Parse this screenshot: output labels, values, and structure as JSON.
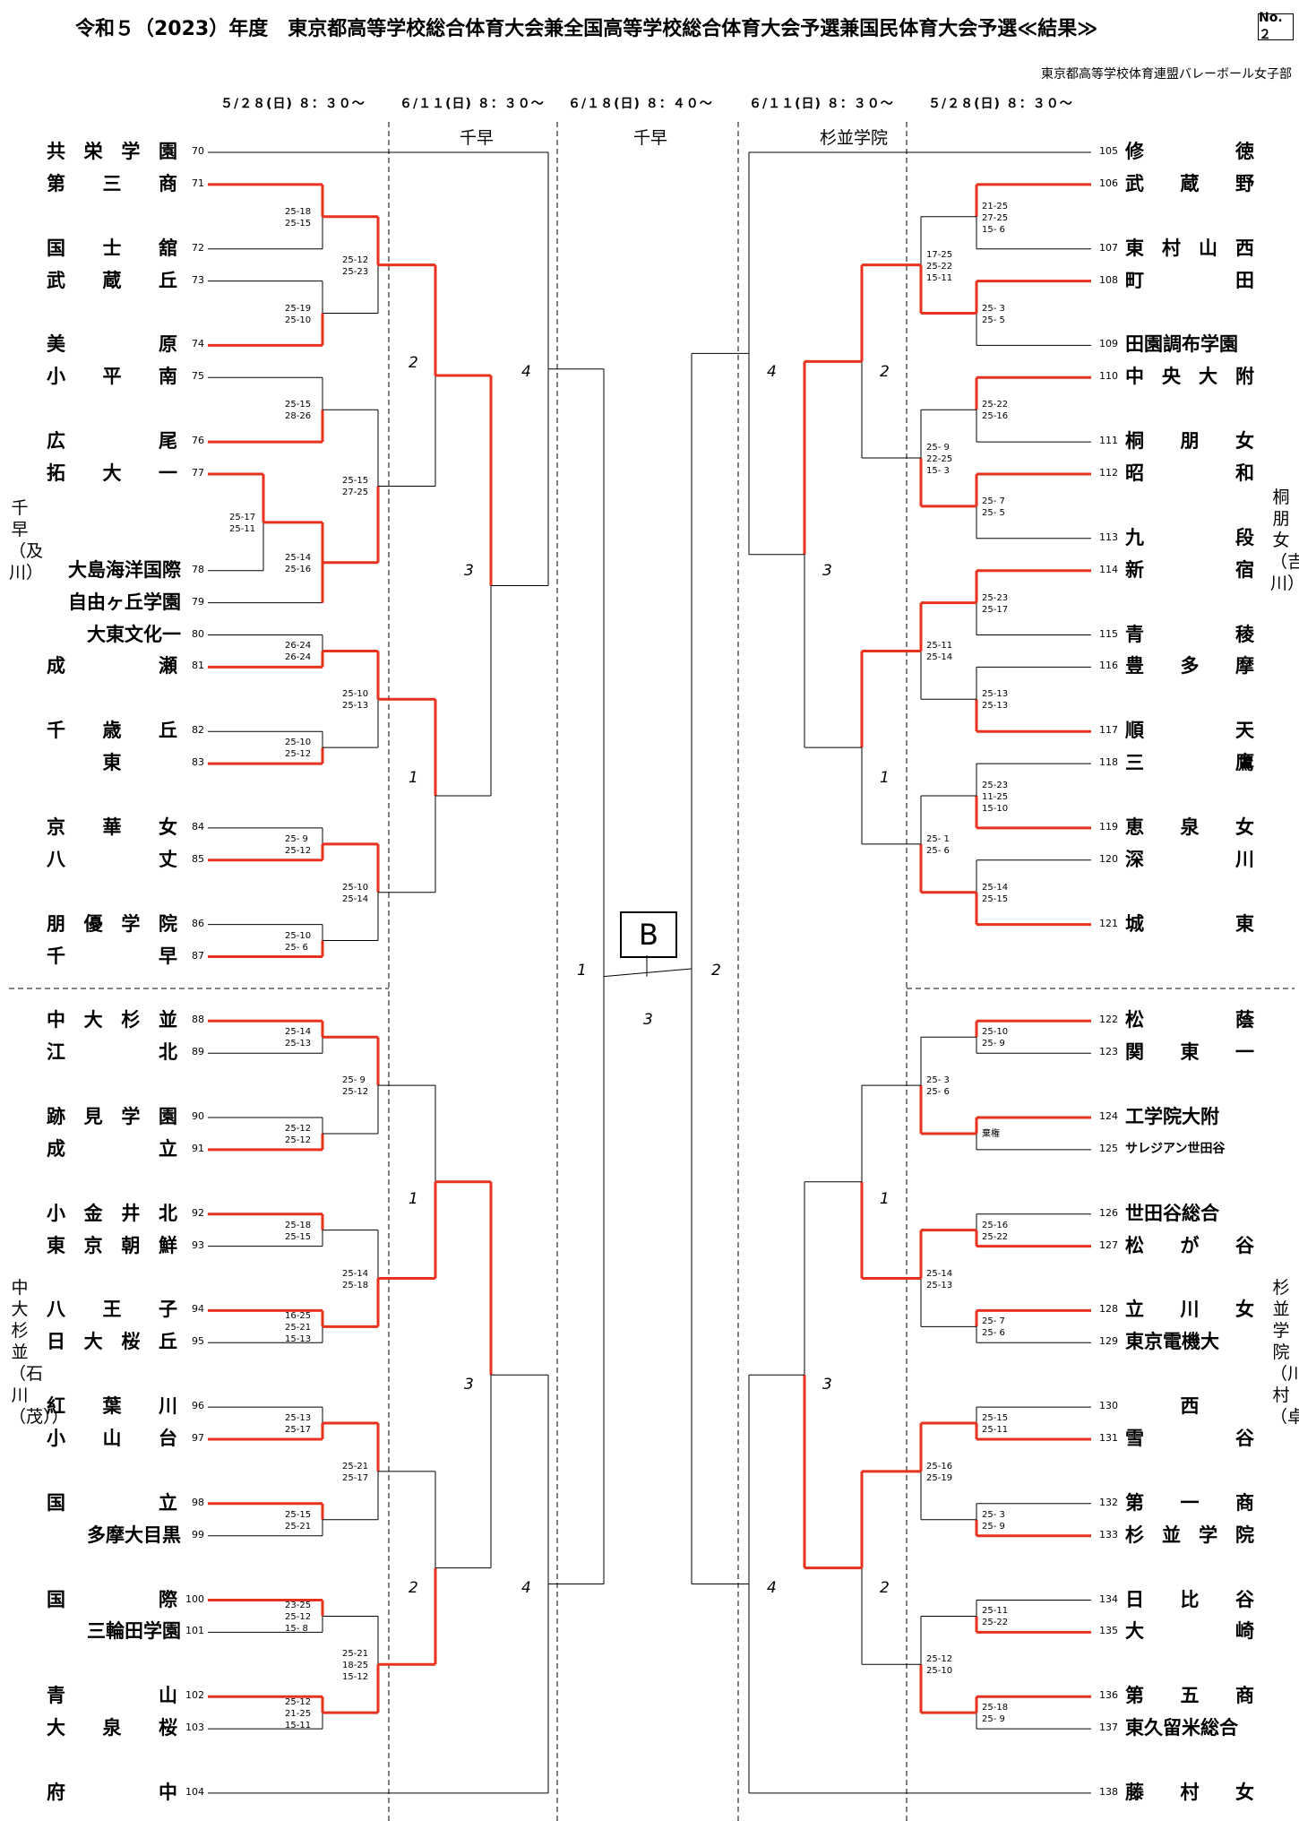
{
  "header": {
    "title": "令和５（2023）年度　東京都高等学校総合体育大会兼全国高等学校総合体育大会予選兼国民体育大会予選≪結果≫",
    "page_no": "No.２",
    "organization": "東京都高等学校体育連盟バレーボール女子部"
  },
  "dates": [
    "５/２８(日) ８：３０～",
    "６/１１(日) ８：３０～",
    "６/１８(日) ８：４０～",
    "６/１１(日) ８：３０～",
    "５/２８(日) ８：３０～"
  ],
  "venues": [
    "千早",
    "千早",
    "杉並学院"
  ],
  "center_label": "B",
  "left_teams": [
    {
      "num": "70",
      "name": "共栄学園"
    },
    {
      "num": "71",
      "name": "第三商"
    },
    {
      "num": "72",
      "name": "国士舘"
    },
    {
      "num": "73",
      "name": "武蔵丘"
    },
    {
      "num": "74",
      "name": "美原"
    },
    {
      "num": "75",
      "name": "小平南"
    },
    {
      "num": "76",
      "name": "広尾"
    },
    {
      "num": "77",
      "name": "拓大一"
    },
    {
      "num": "78",
      "name": "大島海洋国際"
    },
    {
      "num": "79",
      "name": "自由ヶ丘学園"
    },
    {
      "num": "80",
      "name": "大東文化一"
    },
    {
      "num": "81",
      "name": "成瀬"
    },
    {
      "num": "82",
      "name": "千歳丘"
    },
    {
      "num": "83",
      "name": "東"
    },
    {
      "num": "84",
      "name": "京華女"
    },
    {
      "num": "85",
      "name": "八丈"
    },
    {
      "num": "86",
      "name": "朋優学院"
    },
    {
      "num": "87",
      "name": "千早"
    },
    {
      "num": "88",
      "name": "中大杉並"
    },
    {
      "num": "89",
      "name": "江北"
    },
    {
      "num": "90",
      "name": "跡見学園"
    },
    {
      "num": "91",
      "name": "成立"
    },
    {
      "num": "92",
      "name": "小金井北"
    },
    {
      "num": "93",
      "name": "東京朝鮮"
    },
    {
      "num": "94",
      "name": "八王子"
    },
    {
      "num": "95",
      "name": "日大桜丘"
    },
    {
      "num": "96",
      "name": "紅葉川"
    },
    {
      "num": "97",
      "name": "小山台"
    },
    {
      "num": "98",
      "name": "国立"
    },
    {
      "num": "99",
      "name": "多摩大目黒"
    },
    {
      "num": "100",
      "name": "国際"
    },
    {
      "num": "101",
      "name": "三輪田学園"
    },
    {
      "num": "102",
      "name": "青山"
    },
    {
      "num": "103",
      "name": "大泉桜"
    },
    {
      "num": "104",
      "name": "府中"
    }
  ],
  "right_teams": [
    {
      "num": "105",
      "name": "修徳"
    },
    {
      "num": "106",
      "name": "武蔵野"
    },
    {
      "num": "107",
      "name": "東村山西"
    },
    {
      "num": "108",
      "name": "町田"
    },
    {
      "num": "109",
      "name": "田園調布学園"
    },
    {
      "num": "110",
      "name": "中央大附"
    },
    {
      "num": "111",
      "name": "桐朋女"
    },
    {
      "num": "112",
      "name": "昭和"
    },
    {
      "num": "113",
      "name": "九段"
    },
    {
      "num": "114",
      "name": "新宿"
    },
    {
      "num": "115",
      "name": "青稜"
    },
    {
      "num": "116",
      "name": "豊多摩"
    },
    {
      "num": "117",
      "name": "順天"
    },
    {
      "num": "118",
      "name": "三鷹"
    },
    {
      "num": "119",
      "name": "恵泉女"
    },
    {
      "num": "120",
      "name": "深川"
    },
    {
      "num": "121",
      "name": "城東"
    },
    {
      "num": "122",
      "name": "松蔭"
    },
    {
      "num": "123",
      "name": "関東一"
    },
    {
      "num": "124",
      "name": "工学院大附"
    },
    {
      "num": "125",
      "name": "サレジアン世田谷"
    },
    {
      "num": "126",
      "name": "世田谷総合"
    },
    {
      "num": "127",
      "name": "松が谷"
    },
    {
      "num": "128",
      "name": "立川女"
    },
    {
      "num": "129",
      "name": "東京電機大"
    },
    {
      "num": "130",
      "name": "西"
    },
    {
      "num": "131",
      "name": "雪谷"
    },
    {
      "num": "132",
      "name": "第一商"
    },
    {
      "num": "133",
      "name": "杉並学院"
    },
    {
      "num": "134",
      "name": "日比谷"
    },
    {
      "num": "135",
      "name": "大崎"
    },
    {
      "num": "136",
      "name": "第五商"
    },
    {
      "num": "137",
      "name": "東久留米総合"
    },
    {
      "num": "138",
      "name": "藤村女"
    }
  ],
  "side_labels": {
    "left_top": "千早（及川）",
    "left_bottom": "中大杉並（石川（茂））",
    "right_top": "桐朋女（吉川）",
    "right_bottom": "杉並学院（川村（卓））"
  },
  "scores": {
    "L1": "25-18\n25-15",
    "L2": "25-19\n25-10",
    "L3": "25-12\n25-23",
    "L4": "25-15\n28-26",
    "L5": "25-17\n25-11",
    "L6": "25-14\n25-16",
    "L7": "25-15\n27-25",
    "L8": "26-24\n26-24",
    "L9": "25-10\n25-12",
    "L10": "25-10\n25-13",
    "L11": "25- 9\n25-12",
    "L12": "25-10\n25- 6",
    "L13": "25-10\n25-14",
    "L14": "25-14\n25-13",
    "L15": "25-12\n25-12",
    "L16": "25- 9\n25-12",
    "L17": "25-18\n25-15",
    "L18": "16-25\n25-21\n15-13",
    "L19": "25-14\n25-18",
    "L20": "25-13\n25-17",
    "L21": "25-15\n25-21",
    "L22": "25-21\n25-17",
    "L23": "23-25\n25-12\n15- 8",
    "L24": "25-12\n21-25\n15-11",
    "L25": "25-21\n18-25\n15-12",
    "R1": "21-25\n27-25\n15- 6",
    "R2": "25- 3\n25- 5",
    "R3": "17-25\n25-22\n15-11",
    "R4": "25-22\n25-16",
    "R5": "25- 7\n25- 5",
    "R6": "25- 9\n22-25\n15- 3",
    "R7": "25-23\n25-17",
    "R8": "25-13\n25-13",
    "R9": "25-11\n25-14",
    "R10": "25-23\n11-25\n15-10",
    "R11": "25-14\n25-15",
    "R12": "25- 1\n25- 6",
    "R13": "25-10\n25- 9",
    "R14": "棄権",
    "R15": "25- 3\n25- 6",
    "R16": "25-16\n25-22",
    "R17": "25- 7\n25- 6",
    "R18": "25-14\n25-13",
    "R19": "25-15\n25-11",
    "R20": "25- 3\n25- 9",
    "R21": "25-16\n25-19",
    "R22": "25-11\n25-22",
    "R23": "25-18\n25- 9",
    "R24": "25-12\n25-10"
  },
  "rounds": {
    "a": "2",
    "b": "1",
    "c": "3",
    "d": "4",
    "e": "1",
    "f": "2",
    "g": "3",
    "h": "4",
    "i": "4",
    "j": "2",
    "k": "3",
    "l": "1",
    "m": "1",
    "n": "3",
    "o": "2",
    "p": "4",
    "q": "1",
    "r": "2",
    "s": "3"
  },
  "colors": {
    "winner": "#e8321e",
    "line": "#000000"
  }
}
